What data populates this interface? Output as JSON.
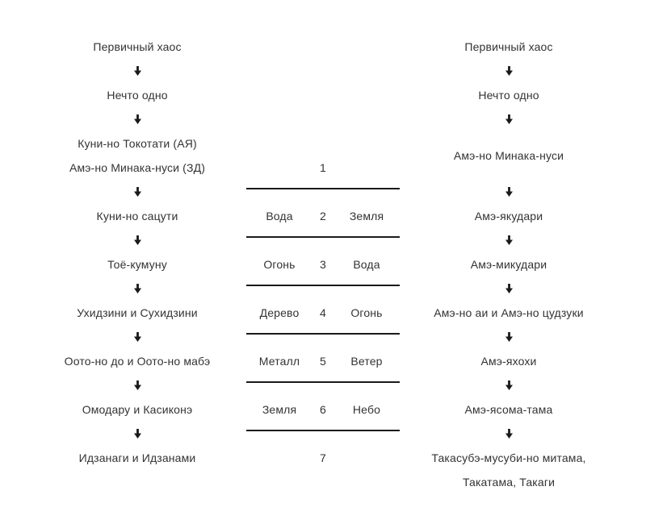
{
  "page": {
    "background_color": "#ffffff",
    "text_color": "#333333",
    "line_color": "#1a1a1a"
  },
  "icons": {
    "down_arrow": "↓"
  },
  "left_chain": {
    "items": [
      "Первичный хаос",
      "Нечто одно",
      "Куни-но Токотати (АЯ)",
      "Амэ-но Минака-нуси (ЗД)",
      "Куни-но сацути",
      "Тоё-кумуну",
      "Ухидзини и Сухидзини",
      "Оото-но до и Оото-но мабэ",
      "Омодару и Касиконэ",
      "Идзанаги и Идзанами"
    ]
  },
  "right_chain": {
    "items": [
      "Первичный хаос",
      "Нечто одно",
      "Амэ-но Минака-нуси",
      "Амэ-якудари",
      "Амэ-микудари",
      "Амэ-но аи и Амэ-но цудзуки",
      "Амэ-яхохи",
      "Амэ-ясома-тама",
      "Такасубэ-мусуби-но митама,",
      "Такатама, Такаги"
    ]
  },
  "center_table": {
    "rows": [
      {
        "left": "",
        "num": "1",
        "right": ""
      },
      {
        "left": "Вода",
        "num": "2",
        "right": "Земля"
      },
      {
        "left": "Огонь",
        "num": "3",
        "right": "Вода"
      },
      {
        "left": "Дерево",
        "num": "4",
        "right": "Огонь"
      },
      {
        "left": "Металл",
        "num": "5",
        "right": "Ветер"
      },
      {
        "left": "Земля",
        "num": "6",
        "right": "Небо"
      },
      {
        "left": "",
        "num": "7",
        "right": ""
      }
    ]
  }
}
